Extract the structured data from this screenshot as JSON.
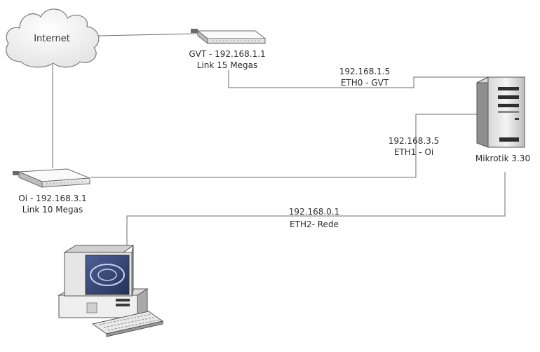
{
  "nodes": {
    "internet": {
      "label": "Internet"
    },
    "router_gvt": {
      "line1": "GVT - 192.168.1.1",
      "line2": "Link 15 Megas"
    },
    "router_oi": {
      "line1": "Oi - 192.168.3.1",
      "line2": "Link 10 Megas"
    },
    "mikrotik": {
      "label": "Mikrotik 3.30"
    },
    "workstation": {
      "label": ""
    }
  },
  "links": {
    "eth0": {
      "ip": "192.168.1.5",
      "iface": "ETH0 - GVT"
    },
    "eth1": {
      "ip": "192.168.3.5",
      "iface": "ETH1 - Oi"
    },
    "eth2": {
      "ip": "192.168.0.1",
      "iface": "ETH2- Rede"
    }
  },
  "colors": {
    "wire": "#6e6e6e",
    "device_body": "#e8e8e8",
    "device_dark": "#5a5a5a",
    "screen": "#3a4a7a"
  },
  "icons": {
    "internet": "cloud-icon",
    "router_gvt": "modem-icon",
    "router_oi": "modem-icon",
    "mikrotik": "server-tower-icon",
    "workstation": "desktop-computer-icon"
  }
}
